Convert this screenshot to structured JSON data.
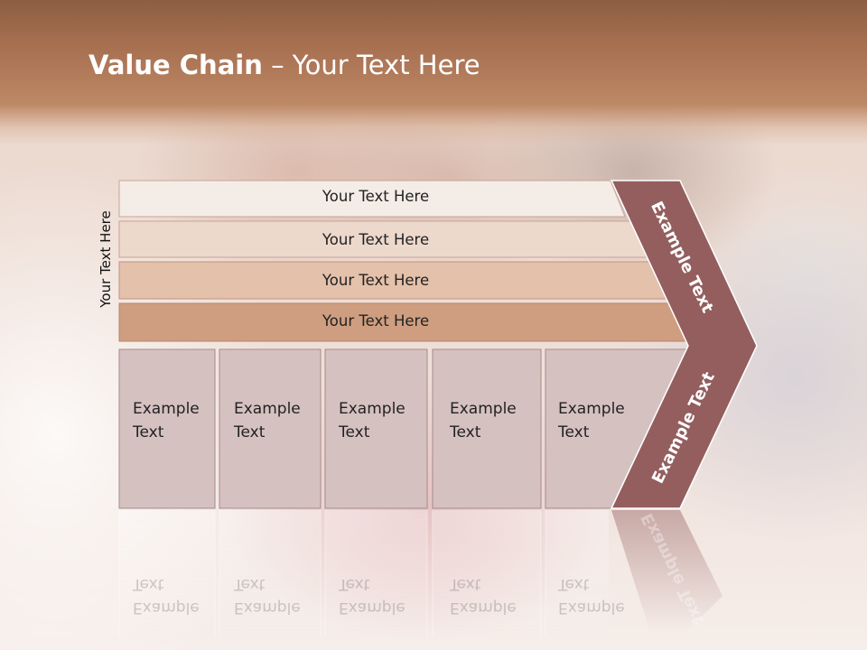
{
  "title": {
    "bold": "Value Chain",
    "rest": " – Your Text Here"
  },
  "side_label": "Your Text Here",
  "bars": [
    "Your Text Here",
    "Your Text Here",
    "Your Text Here",
    "Your Text Here"
  ],
  "boxes": [
    {
      "line1": "Example",
      "line2": "Text"
    },
    {
      "line1": "Example",
      "line2": "Text"
    },
    {
      "line1": "Example",
      "line2": "Text"
    },
    {
      "line1": "Example",
      "line2": "Text"
    },
    {
      "line1": "Example",
      "line2": "Text"
    }
  ],
  "chevron": {
    "top_text": "Example Text",
    "bottom_text": "Example Text"
  },
  "colors": {
    "banner": "#a66f50",
    "chevron": "#945e5e",
    "box": "#d6c1c1",
    "bar_dark": "#cf9e80"
  }
}
